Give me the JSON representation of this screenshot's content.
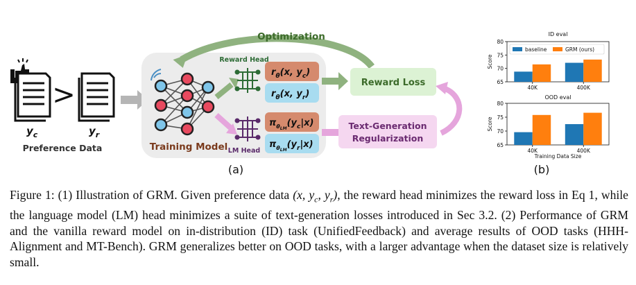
{
  "diagram": {
    "optimization_label": "Optimization",
    "reward_head_label": "Reward Head",
    "lm_head_label": "LM Head",
    "training_model_label": "Training Model",
    "preference_label": "Preference Data",
    "y_c": "y",
    "y_c_sub": "c",
    "y_r": "y",
    "y_r_sub": "r",
    "r_c": "r",
    "r_c_sub": "θ",
    "r_c_args": "(x, y",
    "r_c_args_sub": "c",
    "r_r": "r",
    "r_r_sub": "θ",
    "r_r_args": "(x, y",
    "r_r_args_sub": "r",
    "pi_c": "π",
    "pi_c_sub": "θ",
    "pi_c_subsub": "LM",
    "pi_c_args": "(y",
    "pi_c_args_sub": "c",
    "pi_c_args_end": "|x)",
    "pi_r": "π",
    "pi_r_sub": "θ",
    "pi_r_subsub": "LM",
    "pi_r_args": "(y",
    "pi_r_args_sub": "r",
    "pi_r_args_end": "|x)",
    "reward_loss_label": "Reward Loss",
    "textgen_line1": "Text-Generation",
    "textgen_line2": "Regularization",
    "panel_a_label": "(a)",
    "panel_b_label": "(b)",
    "colors": {
      "green_arrow": "#8fb27f",
      "pink_arrow": "#e5a5dc",
      "reward_box": "#d58a6d",
      "lm_box_blue": "#a8dcf0",
      "reward_loss_box": "#dcf2d4",
      "textgen_box": "#f5d7f0",
      "model_bg": "#ececec"
    }
  },
  "chart_data": [
    {
      "type": "bar",
      "title": "ID eval",
      "categories": [
        "40K",
        "400K"
      ],
      "series": [
        {
          "name": "baseline",
          "values": [
            68.8,
            72.1
          ],
          "color": "#1f77b4"
        },
        {
          "name": "GRM (ours)",
          "values": [
            71.5,
            73.3
          ],
          "color": "#ff7f0e"
        }
      ],
      "ylabel": "Score",
      "xlabel": "",
      "ylim": [
        65,
        80
      ],
      "yticks": [
        "65",
        "70",
        "75",
        "80"
      ],
      "legend": "top-left",
      "grid": false
    },
    {
      "type": "bar",
      "title": "OOD eval",
      "categories": [
        "40K",
        "400K"
      ],
      "series": [
        {
          "name": "baseline",
          "values": [
            69.6,
            72.5
          ],
          "color": "#1f77b4"
        },
        {
          "name": "GRM (ours)",
          "values": [
            75.8,
            76.6
          ],
          "color": "#ff7f0e"
        }
      ],
      "ylabel": "Score",
      "xlabel": "Training Data Size",
      "ylim": [
        65,
        80
      ],
      "yticks": [
        "65",
        "70",
        "75",
        "80"
      ],
      "grid": false
    }
  ],
  "caption": {
    "text": "Figure 1: (1) Illustration of GRM. Given preference data (x, y_c, y_r), the reward head minimizes the reward loss in Eq 1, while the language model (LM) head minimizes a suite of text-generation losses introduced in Sec 3.2. (2) Performance of GRM and the vanilla reward model on in-distribution (ID) task (UnifiedFeedback) and average results of OOD tasks (HHH-Alignment and MT-Bench). GRM generalizes better on OOD tasks, with a larger advantage when the dataset size is relatively small.",
    "part1": "Figure 1: (1) Illustration of GRM. Given preference data ",
    "math": "(x, y",
    "math_sub_c": "c",
    "math_mid": ", y",
    "math_sub_r": "r",
    "math_end": ")",
    "part2": ", the reward head minimizes the reward loss in Eq 1, while the language model (LM) head minimizes a suite of text-generation losses introduced in Sec 3.2. (2) Performance of GRM and the vanilla reward model on in-distribution (ID) task (UnifiedFeedback) and average results of OOD tasks (HHH-Alignment and MT-Bench). GRM generalizes better on OOD tasks, with a larger advantage when the dataset size is relatively small."
  }
}
